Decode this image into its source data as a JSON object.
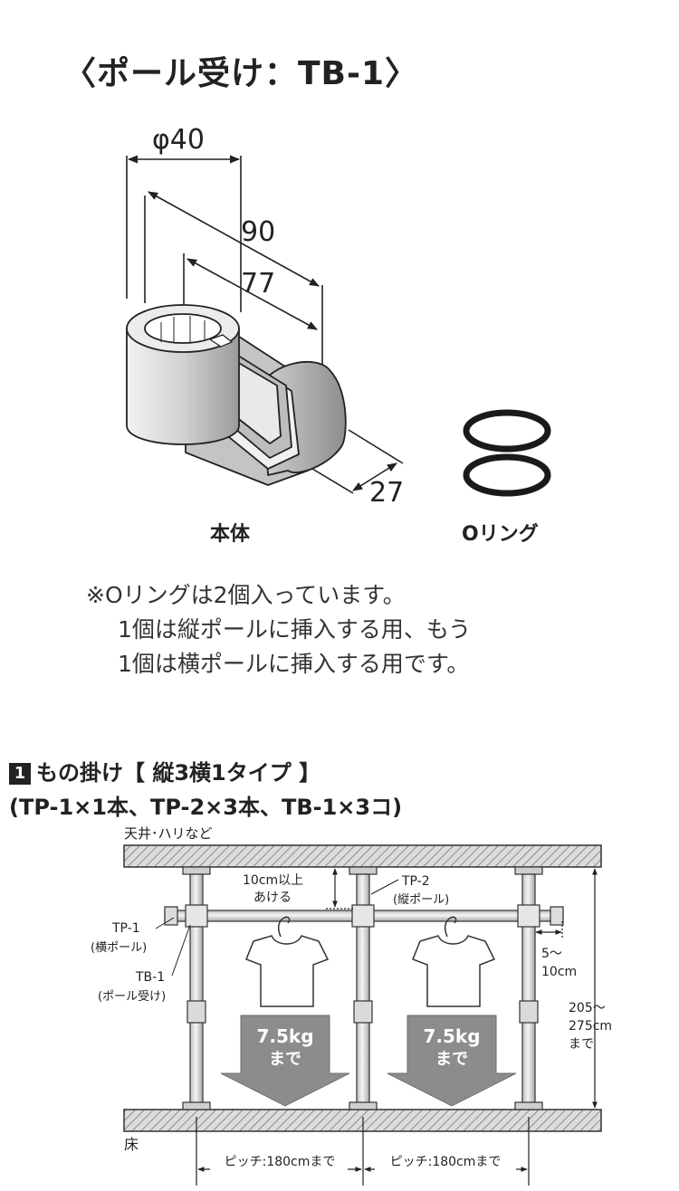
{
  "part_title": "〈ポール受け：TB-1〉",
  "dimensions": {
    "diameter": "φ40",
    "length_total": "90",
    "length_inner": "77",
    "height": "27"
  },
  "labels": {
    "body": "本体",
    "oring": "Oリング"
  },
  "note_lines": [
    "※Oリングは2個入っています。",
    "1個は縦ポールに挿入する用、もう",
    "1個は横ポールに挿入する用です。"
  ],
  "section": {
    "number": "1",
    "title": "もの掛け【 縦3横1タイプ 】",
    "subtitle": "(TP-1×1本、TP-2×3本、TB-1×3コ)"
  },
  "install": {
    "ceiling": "天井･ハリなど",
    "gap_line1": "10cm以上",
    "gap_line2": "あける",
    "tp2_line1": "TP-2",
    "tp2_line2": "(縦ポール)",
    "tp1_line1": "TP-1",
    "tp1_line2": "(横ポール)",
    "tb1_line1": "TB-1",
    "tb1_line2": "(ポール受け)",
    "side_line1": "5〜",
    "side_line2": "10cm",
    "height_line1": "205〜",
    "height_line2": "275cm",
    "height_line3": "まで",
    "load_weight": "7.5kg",
    "load_suffix": "まで",
    "floor": "床",
    "pitch": "ピッチ:180cmまで"
  },
  "colors": {
    "ink": "#222222",
    "hatch_bg": "#d9d9d9",
    "arrow": "#8c8c8c",
    "pole": "#e4e4e4"
  }
}
